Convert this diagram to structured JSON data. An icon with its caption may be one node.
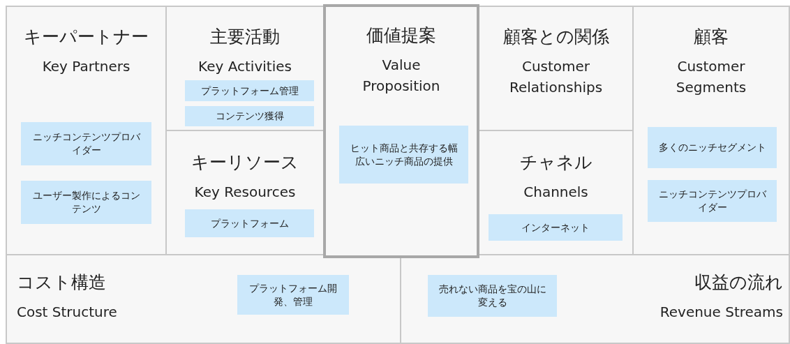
{
  "diagram": {
    "nodes": [
      {
        "text": [
          "キーパートナー",
          "Key Partners"
        ]
      },
      {
        "text": [
          "ニッチコンテンツプロバイダー"
        ],
        "in": 0
      },
      {
        "text": [
          "ユーザー製作によるコンテンツ"
        ],
        "in": 0
      },
      {
        "text": [
          "主要活動",
          "Key Activities"
        ]
      },
      {
        "text": [
          "プラットフォーム管理"
        ],
        "in": 3
      },
      {
        "text": [
          "コンテンツ獲得"
        ],
        "in": 3
      },
      {
        "text": [
          "価値提案",
          "Value Proposition"
        ]
      },
      {
        "text": [
          "ヒット商品と共存する幅広いニッチ商品の提供"
        ],
        "in": 6
      },
      {
        "text": [
          "顧客との関係",
          "Customer Relationships"
        ]
      },
      {
        "text": [
          "顧客",
          "Customer Segments"
        ]
      },
      {
        "text": [
          "多くのニッチセグメント"
        ],
        "in": 9
      },
      {
        "text": [
          "ニッチコンテンツプロバイダー"
        ],
        "in": 9
      },
      {
        "text": [
          "キーリソース",
          "Key Resources"
        ]
      },
      {
        "text": [
          "プラットフォーム"
        ],
        "in": 12
      },
      {
        "text": [
          "チャネル",
          "Channels"
        ]
      },
      {
        "text": [
          "インターネット"
        ],
        "in": 14
      },
      {
        "text": [
          "コスト構造",
          "Cost Structure"
        ]
      },
      {
        "text": [
          "プラットフォーム開発、管理"
        ],
        "in": 16
      },
      {
        "text": [
          "収益の流れ",
          "Revenue Streams"
        ]
      },
      {
        "text": [
          "売れない商品を宝の山に変える"
        ],
        "in": 18
      }
    ]
  }
}
